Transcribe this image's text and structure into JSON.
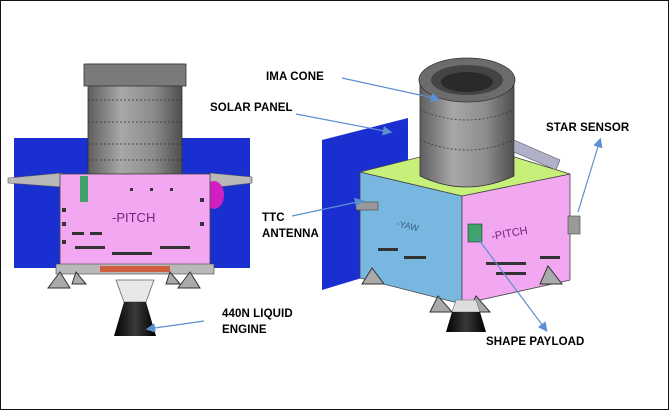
{
  "labels": {
    "ima_cone": "IMA CONE",
    "solar_panel": "SOLAR PANEL",
    "star_sensor": "STAR SENSOR",
    "ttc_antenna": "TTC\nANTENNA",
    "engine": "440N LIQUID\nENGINE",
    "shape_payload": "SHAPE PAYLOAD"
  },
  "face_markings": {
    "left_pitch": "-PITCH",
    "right_pitch": "-PITCH",
    "right_side": "-YAW"
  },
  "colors": {
    "solar_panel": "#1a2fd0",
    "pitch_face": "#f2a8f0",
    "side_face": "#78b8e0",
    "top_face": "#c6f07a",
    "cylinder": "#8a8a8a",
    "engine_nozzle": "#111111",
    "magenta_part": "#d11fc2",
    "arrow": "#5b8fd0"
  }
}
